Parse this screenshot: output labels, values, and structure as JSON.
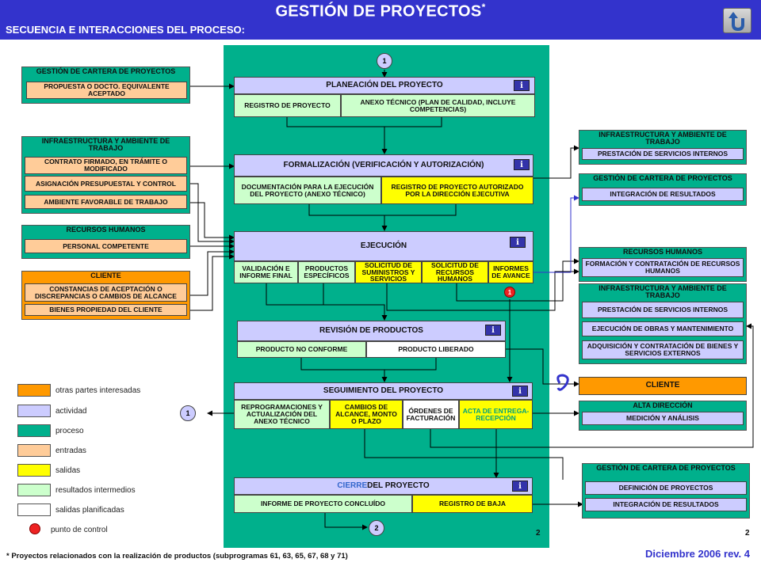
{
  "header": {
    "title": "GESTIÓN DE PROYECTOS",
    "title_mark": "*",
    "subtitle": "SECUENCIA E INTERACCIONES DEL PROCESO:"
  },
  "left": {
    "cartera": {
      "title": "GESTIÓN DE CARTERA DE PROYECTOS",
      "items": [
        "PROPUESTA O DOCTO. EQUIVALENTE ACEPTADO"
      ]
    },
    "infra": {
      "title": "INFRAESTRUCTURA Y AMBIENTE DE TRABAJO",
      "items": [
        "CONTRATO FIRMADO, EN TRÁMITE O MODIFICADO",
        "ASIGNACIÓN PRESUPUESTAL Y CONTROL",
        "AMBIENTE FAVORABLE DE TRABAJO"
      ]
    },
    "rrhh": {
      "title": "RECURSOS HUMANOS",
      "items": [
        "PERSONAL COMPETENTE"
      ]
    },
    "cliente": {
      "title": "CLIENTE",
      "items": [
        "CONSTANCIAS DE ACEPTACIÓN O DISCREPANCIAS O CAMBIOS DE ALCANCE",
        "BIENES PROPIEDAD DEL CLIENTE"
      ]
    }
  },
  "center": {
    "connector_top": "1",
    "planeacion": {
      "title": "PLANEACIÓN DEL PROYECTO",
      "left": "REGISTRO DE PROYECTO",
      "right": "ANEXO TÉCNICO (PLAN DE CALIDAD, INCLUYE COMPETENCIAS)"
    },
    "formalizacion": {
      "title": "FORMALIZACIÓN (VERIFICACIÓN Y AUTORIZACIÓN)",
      "left": "DOCUMENTACIÓN PARA LA EJECUCIÓN DEL PROYECTO (ANEXO TÉCNICO)",
      "right": "REGISTRO DE PROYECTO AUTORIZADO POR LA DIRECCIÓN EJECUTIVA"
    },
    "ejecucion": {
      "title": "EJECUCIÓN",
      "cells": [
        "VALIDACIÓN E INFORME FINAL",
        "PRODUCTOS ESPECÍFICOS",
        "SOLICITUD DE SUMINISTROS Y SERVICIOS",
        "SOLICITUD DE RECURSOS HUMANOS",
        "INFORMES DE AVANCE"
      ]
    },
    "revision": {
      "title": "REVISIÓN DE PRODUCTOS",
      "left": "PRODUCTO NO CONFORME",
      "right": "PRODUCTO LIBERADO"
    },
    "seguimiento": {
      "title": "SEGUIMIENTO DEL PROYECTO",
      "cells": [
        "REPROGRAMACIONES Y ACTUALIZACIÓN DEL ANEXO TÉCNICO",
        "CAMBIOS DE ALCANCE, MONTO O PLAZO",
        "ÓRDENES DE FACTURACIÓN",
        "ACTA DE ENTREGA-RECEPCIÓN"
      ]
    },
    "cierre": {
      "title_colored": "CIERRE",
      "title_rest": " DEL PROYECTO",
      "left": "INFORME DE PROYECTO CONCLUÍDO",
      "right": "REGISTRO DE BAJA"
    },
    "connector_bottom": "2",
    "connector_left": "1",
    "control_point": "1",
    "info_icon": "i"
  },
  "right": {
    "infra1": {
      "title": "INFRAESTRUCTURA Y AMBIENTE DE TRABAJO",
      "items": [
        "PRESTACIÓN DE SERVICIOS INTERNOS"
      ]
    },
    "cartera1": {
      "title": "GESTIÓN DE CARTERA DE PROYECTOS",
      "items": [
        "INTEGRACIÓN DE RESULTADOS"
      ]
    },
    "rrhh": {
      "title": "RECURSOS HUMANOS",
      "items": [
        "FORMACIÓN Y CONTRATACIÓN DE RECURSOS HUMANOS"
      ]
    },
    "infra2": {
      "title": "INFRAESTRUCTURA Y AMBIENTE DE TRABAJO",
      "items": [
        "PRESTACIÓN DE SERVICIOS INTERNOS",
        "EJECUCIÓN DE OBRAS Y MANTENIMIENTO",
        "ADQUISICIÓN Y CONTRATACIÓN DE BIENES Y SERVICIOS EXTERNOS"
      ]
    },
    "cliente": "CLIENTE",
    "alta": {
      "title": "ALTA DIRECCIÓN",
      "items": [
        "MEDICIÓN Y ANÁLISIS"
      ]
    },
    "cartera2": {
      "title": "GESTIÓN DE CARTERA DE PROYECTOS",
      "items": [
        "DEFINICIÓN DE PROYECTOS",
        "INTEGRACIÓN DE RESULTADOS"
      ]
    }
  },
  "legend": [
    {
      "label": "otras partes interesadas",
      "color": "#ff9900"
    },
    {
      "label": "actividad",
      "color": "#ccccff"
    },
    {
      "label": "proceso",
      "color": "#00b08c"
    },
    {
      "label": "entradas",
      "color": "#ffcc99"
    },
    {
      "label": "salidas",
      "color": "#ffff00"
    },
    {
      "label": "resultados intermedios",
      "color": "#ccffcc"
    },
    {
      "label": "salidas planificadas",
      "color": "#ffffff"
    },
    {
      "label": "punto de control",
      "color": "#ee2222"
    }
  ],
  "footer": {
    "page_inner": "2",
    "page_outer": "2",
    "footnote": "* Proyectos relacionados con la realización de productos (subprogramas 61, 63, 65, 67, 68 y 71)",
    "date": "Diciembre 2006 rev. 4"
  },
  "colors": {
    "header": "#3333cc",
    "process": "#00b08c",
    "activity": "#ccccff",
    "output": "#ffff00",
    "intermediate": "#ccffcc",
    "input": "#ffcc99",
    "stakeholder": "#ff9900"
  }
}
